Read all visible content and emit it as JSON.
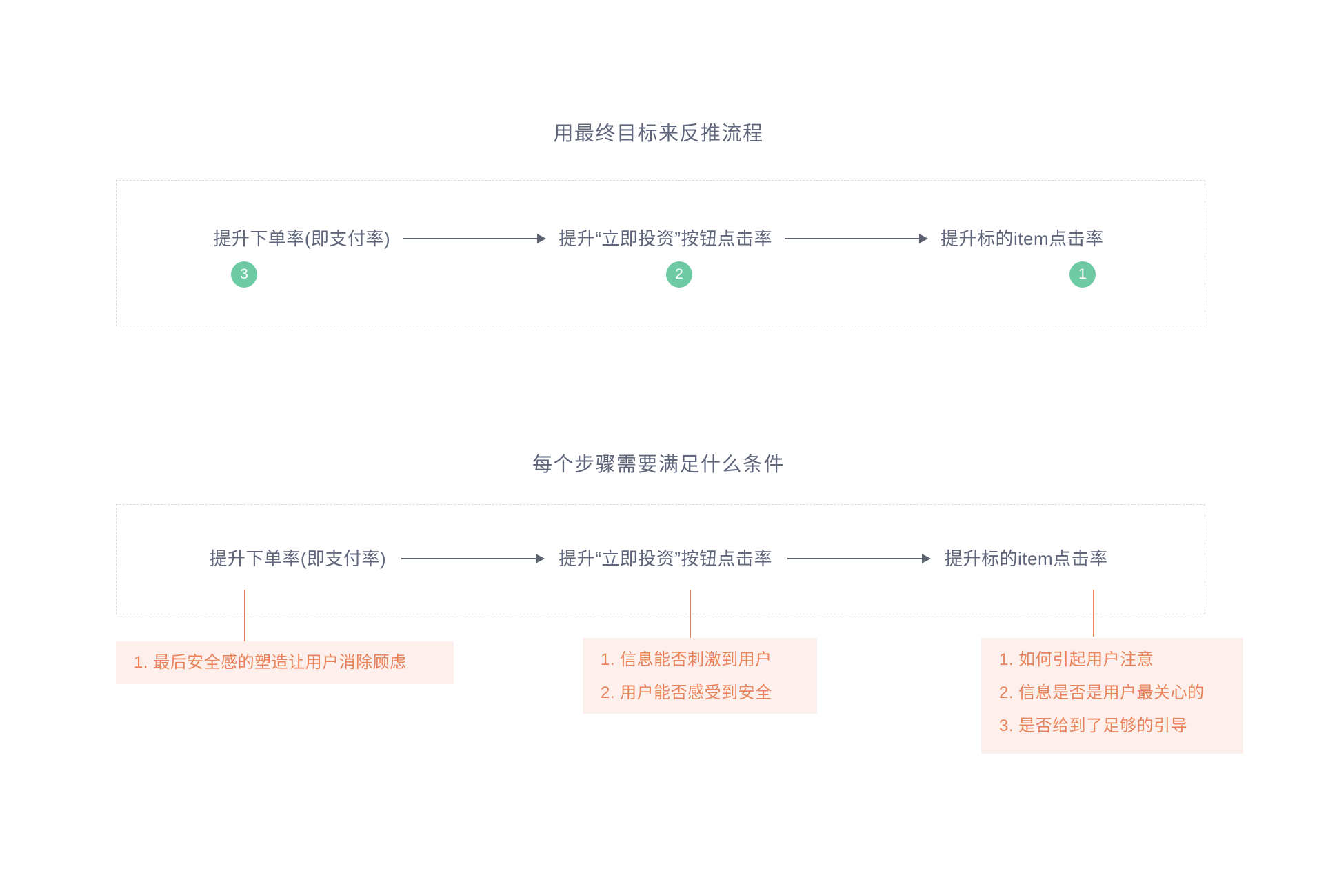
{
  "sections": [
    {
      "title": "用最终目标来反推流程",
      "nodes": [
        {
          "label": "提升下单率(即支付率)",
          "badge": "3"
        },
        {
          "label": "提升“立即投资”按钮点击率",
          "badge": "2"
        },
        {
          "label": "提升标的item点击率",
          "badge": "1"
        }
      ]
    },
    {
      "title": "每个步骤需要满足什么条件",
      "nodes": [
        {
          "label": "提升下单率(即支付率)"
        },
        {
          "label": "提升“立即投资”按钮点击率"
        },
        {
          "label": "提升标的item点击率"
        }
      ],
      "conditions": [
        {
          "items": [
            "1. 最后安全感的塑造让用户消除顾虑"
          ]
        },
        {
          "items": [
            "1. 信息能否刺激到用户",
            "2. 用户能否感受到安全"
          ]
        },
        {
          "items": [
            "1. 如何引起用户注意",
            "2. 信息是否是用户最关心的",
            "3. 是否给到了足够的引导"
          ]
        }
      ]
    }
  ],
  "colors": {
    "background": "#ffffff",
    "text": "#5f657a",
    "badge": "#6ecaa4",
    "badge_text": "#ffffff",
    "accent_orange": "#e8825a",
    "condition_bg": "#fdf0ec",
    "dashed_border": "#d9d9d9",
    "arrow": "#5c6170"
  },
  "icons": {
    "arrow": "arrow-right-icon"
  }
}
